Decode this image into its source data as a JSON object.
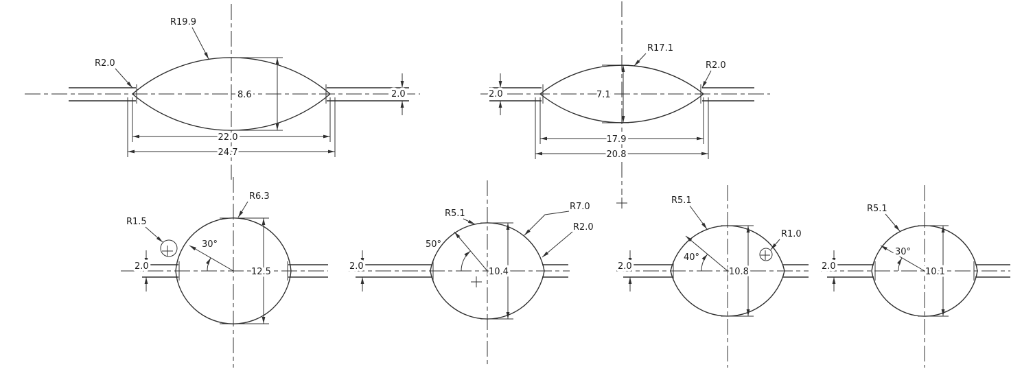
{
  "drawing": {
    "fig1": {
      "r_outer": "R19.9",
      "r_tip": "R2.0",
      "height": "8.6",
      "width_inner": "22.0",
      "width_outer": "24.7",
      "thickness": "2.0"
    },
    "fig2": {
      "r_outer": "R17.1",
      "r_tip": "R2.0",
      "height": "7.1",
      "width_inner": "17.9",
      "width_outer": "20.8",
      "thickness": "2.0"
    },
    "fig3": {
      "r_top": "R6.3",
      "r_small": "R1.5",
      "angle": "30°",
      "height": "12.5",
      "thickness": "2.0"
    },
    "fig4": {
      "r_top": "R5.1",
      "r_right": "R7.0",
      "r_blend": "R2.0",
      "angle": "50°",
      "height": "10.4",
      "thickness": "2.0"
    },
    "fig5": {
      "r_top": "R5.1",
      "r_small": "R1.0",
      "angle": "40°",
      "height": "10.8",
      "thickness": "2.0"
    },
    "fig6": {
      "r_top": "R5.1",
      "angle": "30°",
      "height": "10.1",
      "thickness": "2.0"
    }
  }
}
